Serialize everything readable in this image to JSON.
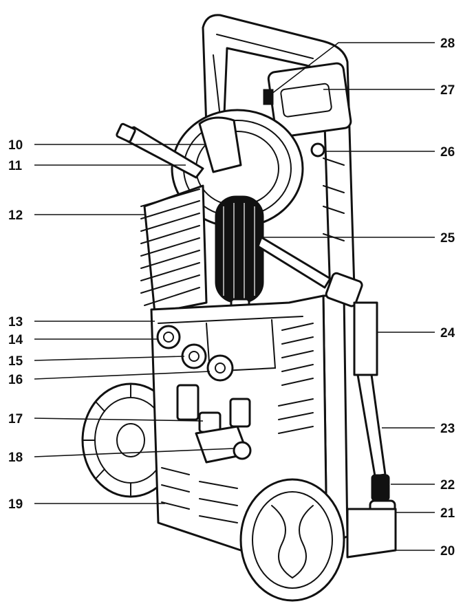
{
  "diagram": {
    "callouts": [
      {
        "id": "28",
        "text": "28"
      },
      {
        "id": "27",
        "text": "27"
      },
      {
        "id": "26",
        "text": "26"
      },
      {
        "id": "25",
        "text": "25"
      },
      {
        "id": "24",
        "text": "24"
      },
      {
        "id": "23",
        "text": "23"
      },
      {
        "id": "22",
        "text": "22"
      },
      {
        "id": "21",
        "text": "21"
      },
      {
        "id": "20",
        "text": "20"
      },
      {
        "id": "10",
        "text": "10"
      },
      {
        "id": "11",
        "text": "11"
      },
      {
        "id": "12",
        "text": "12"
      },
      {
        "id": "13",
        "text": "13"
      },
      {
        "id": "14",
        "text": "14"
      },
      {
        "id": "15",
        "text": "15"
      },
      {
        "id": "16",
        "text": "16"
      },
      {
        "id": "17",
        "text": "17"
      },
      {
        "id": "18",
        "text": "18"
      },
      {
        "id": "19",
        "text": "19"
      }
    ]
  }
}
